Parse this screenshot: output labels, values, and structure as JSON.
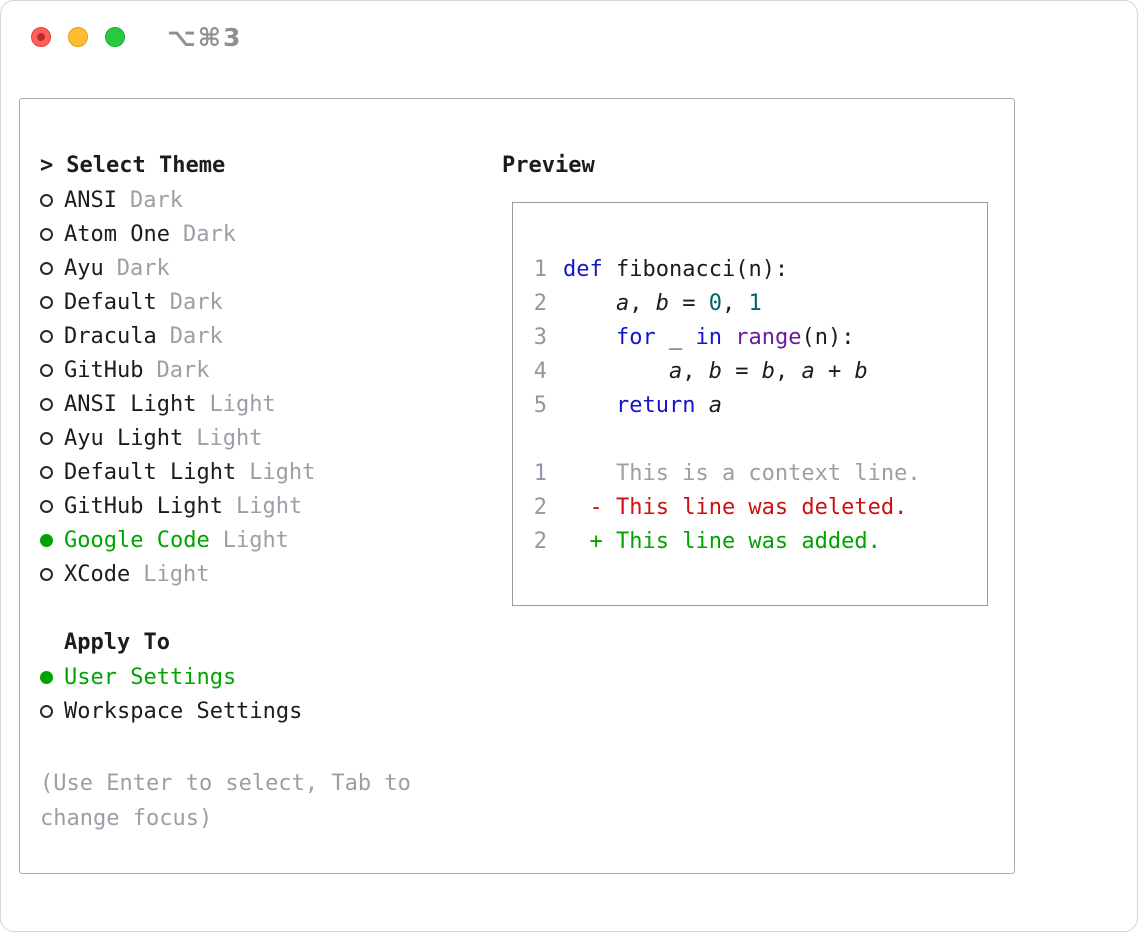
{
  "titlebar": {
    "shortcut": "⌥⌘3"
  },
  "theme_selector": {
    "prompt": ">",
    "title": "Select Theme",
    "items": [
      {
        "name": "ANSI",
        "variant": "Dark",
        "selected": false
      },
      {
        "name": "Atom One",
        "variant": "Dark",
        "selected": false
      },
      {
        "name": "Ayu",
        "variant": "Dark",
        "selected": false
      },
      {
        "name": "Default",
        "variant": "Dark",
        "selected": false
      },
      {
        "name": "Dracula",
        "variant": "Dark",
        "selected": false
      },
      {
        "name": "GitHub",
        "variant": "Dark",
        "selected": false
      },
      {
        "name": "ANSI Light",
        "variant": "Light",
        "selected": false
      },
      {
        "name": "Ayu Light",
        "variant": "Light",
        "selected": false
      },
      {
        "name": "Default Light",
        "variant": "Light",
        "selected": false
      },
      {
        "name": "GitHub Light",
        "variant": "Light",
        "selected": false
      },
      {
        "name": "Google Code",
        "variant": "Light",
        "selected": true
      },
      {
        "name": "XCode",
        "variant": "Light",
        "selected": false
      }
    ]
  },
  "apply_to": {
    "title": "Apply To",
    "options": [
      {
        "label": "User Settings",
        "selected": true
      },
      {
        "label": "Workspace Settings",
        "selected": false
      }
    ]
  },
  "hint": "(Use Enter to select, Tab to change focus)",
  "preview": {
    "title": "Preview",
    "code_lines": [
      {
        "num": "1",
        "tokens": [
          [
            "def",
            "kw"
          ],
          [
            " fibonacci(n):",
            "pl"
          ]
        ]
      },
      {
        "num": "2",
        "tokens": [
          [
            "    ",
            "pl"
          ],
          [
            "a",
            "var"
          ],
          [
            ", ",
            "pl"
          ],
          [
            "b",
            "var"
          ],
          [
            " = ",
            "pl"
          ],
          [
            "0",
            "num"
          ],
          [
            ", ",
            "pl"
          ],
          [
            "1",
            "num"
          ]
        ]
      },
      {
        "num": "3",
        "tokens": [
          [
            "    ",
            "pl"
          ],
          [
            "for",
            "kw"
          ],
          [
            " _ ",
            "pl"
          ],
          [
            "in",
            "kw"
          ],
          [
            " ",
            "pl"
          ],
          [
            "range",
            "type"
          ],
          [
            "(n):",
            "pl"
          ]
        ]
      },
      {
        "num": "4",
        "tokens": [
          [
            "        ",
            "pl"
          ],
          [
            "a",
            "var"
          ],
          [
            ", ",
            "pl"
          ],
          [
            "b",
            "var"
          ],
          [
            " = ",
            "pl"
          ],
          [
            "b",
            "var"
          ],
          [
            ", ",
            "pl"
          ],
          [
            "a",
            "var"
          ],
          [
            " + ",
            "pl"
          ],
          [
            "b",
            "var"
          ]
        ]
      },
      {
        "num": "5",
        "tokens": [
          [
            "    ",
            "pl"
          ],
          [
            "return",
            "kw"
          ],
          [
            " ",
            "pl"
          ],
          [
            "a",
            "var"
          ]
        ]
      }
    ],
    "diff_lines": [
      {
        "num": "1",
        "kind": "context",
        "text": "    This is a context line."
      },
      {
        "num": "2",
        "kind": "deleted",
        "text": "  - This line was deleted."
      },
      {
        "num": "2",
        "kind": "added",
        "text": "  + This line was added."
      }
    ]
  },
  "colors": {
    "green": "#00a400",
    "red": "#cc1111",
    "keyword": "#1414cc",
    "number": "#006666",
    "type": "#6a1b9a",
    "muted": "#9aa0a6",
    "text": "#1c1c1e"
  }
}
